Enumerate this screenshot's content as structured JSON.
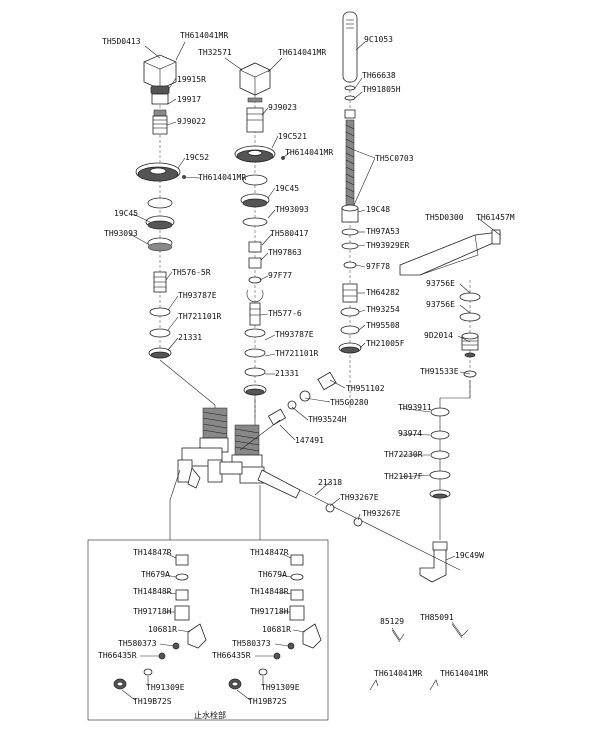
{
  "diagram": {
    "parts": [
      {
        "key": "th5d0413",
        "text": "TH5D0413"
      },
      {
        "key": "th614041mr_a",
        "text": "TH614041MR"
      },
      {
        "key": "th32571",
        "text": "TH32571"
      },
      {
        "key": "th614041mr_b",
        "text": "TH614041MR"
      },
      {
        "key": "9c1053",
        "text": "9C1053"
      },
      {
        "key": "19915r",
        "text": "19915R"
      },
      {
        "key": "th66638",
        "text": "TH66638"
      },
      {
        "key": "th91805h",
        "text": "TH91805H"
      },
      {
        "key": "19917",
        "text": "19917"
      },
      {
        "key": "9j9023",
        "text": "9J9023"
      },
      {
        "key": "9j9022",
        "text": "9J9022"
      },
      {
        "key": "19c521",
        "text": "19C521"
      },
      {
        "key": "th614041mr_c",
        "text": "TH614041MR"
      },
      {
        "key": "19c52",
        "text": "19C52"
      },
      {
        "key": "th5c0703",
        "text": "TH5C0703"
      },
      {
        "key": "th614041mr_d",
        "text": "TH614041MR"
      },
      {
        "key": "19c45_a",
        "text": "19C45"
      },
      {
        "key": "19c48",
        "text": "19C48"
      },
      {
        "key": "th93093_a",
        "text": "TH93093"
      },
      {
        "key": "19c45_b",
        "text": "19C45"
      },
      {
        "key": "th5d0300",
        "text": "TH5D0300"
      },
      {
        "key": "th61457m",
        "text": "TH61457M"
      },
      {
        "key": "th97a53",
        "text": "TH97A53"
      },
      {
        "key": "th93093_b",
        "text": "TH93093"
      },
      {
        "key": "th580417",
        "text": "TH580417"
      },
      {
        "key": "th93929er",
        "text": "TH93929ER"
      },
      {
        "key": "th97863",
        "text": "TH97863"
      },
      {
        "key": "97f78",
        "text": "97F78"
      },
      {
        "key": "97f77",
        "text": "97F77"
      },
      {
        "key": "th576_5r",
        "text": "TH576-5R"
      },
      {
        "key": "93756e_a",
        "text": "93756E"
      },
      {
        "key": "th64282",
        "text": "TH64282"
      },
      {
        "key": "th93787e_a",
        "text": "TH93787E"
      },
      {
        "key": "93756e_b",
        "text": "93756E"
      },
      {
        "key": "th93254",
        "text": "TH93254"
      },
      {
        "key": "th577_6",
        "text": "TH577-6"
      },
      {
        "key": "th721101r_a",
        "text": "TH721101R"
      },
      {
        "key": "th95508",
        "text": "TH95508"
      },
      {
        "key": "9d2014",
        "text": "9D2014"
      },
      {
        "key": "21331_a",
        "text": "21331"
      },
      {
        "key": "th93787e_b",
        "text": "TH93787E"
      },
      {
        "key": "th21005f",
        "text": "TH21005F"
      },
      {
        "key": "th721101r_b",
        "text": "TH721101R"
      },
      {
        "key": "th91533e",
        "text": "TH91533E"
      },
      {
        "key": "21331_b",
        "text": "21331"
      },
      {
        "key": "th951102",
        "text": "TH951102"
      },
      {
        "key": "th5g0280",
        "text": "TH5G0280"
      },
      {
        "key": "th93911",
        "text": "TH93911"
      },
      {
        "key": "th93524h",
        "text": "TH93524H"
      },
      {
        "key": "147491",
        "text": "147491"
      },
      {
        "key": "93974",
        "text": "93974"
      },
      {
        "key": "th72230r",
        "text": "TH72230R"
      },
      {
        "key": "th21017f",
        "text": "TH21017F"
      },
      {
        "key": "21318",
        "text": "21318"
      },
      {
        "key": "th93267e_a",
        "text": "TH93267E"
      },
      {
        "key": "th93267e_b",
        "text": "TH93267E"
      },
      {
        "key": "19c49w",
        "text": "19C49W"
      },
      {
        "key": "th14847r_l",
        "text": "TH14847R"
      },
      {
        "key": "th14847r_r",
        "text": "TH14847R"
      },
      {
        "key": "th679a_l",
        "text": "TH679A"
      },
      {
        "key": "th679a_r",
        "text": "TH679A"
      },
      {
        "key": "th14848r_l",
        "text": "TH14848R"
      },
      {
        "key": "th14848r_r",
        "text": "TH14848R"
      },
      {
        "key": "th91718h_l",
        "text": "TH91718H"
      },
      {
        "key": "th91718h_r",
        "text": "TH91718H"
      },
      {
        "key": "10681r_l",
        "text": "10681R"
      },
      {
        "key": "10681r_r",
        "text": "10681R"
      },
      {
        "key": "th580373_l",
        "text": "TH580373"
      },
      {
        "key": "th580373_r",
        "text": "TH580373"
      },
      {
        "key": "th66435r_l",
        "text": "TH66435R"
      },
      {
        "key": "th66435r_r",
        "text": "TH66435R"
      },
      {
        "key": "th91309e_l",
        "text": "TH91309E"
      },
      {
        "key": "th91309e_r",
        "text": "TH91309E"
      },
      {
        "key": "th19b72s_l",
        "text": "TH19B72S"
      },
      {
        "key": "th19b72s_r",
        "text": "TH19B72S"
      },
      {
        "key": "85129",
        "text": "85129"
      },
      {
        "key": "th85091",
        "text": "TH85091"
      },
      {
        "key": "th614041mr_e",
        "text": "TH614041MR"
      },
      {
        "key": "th614041mr_f",
        "text": "TH614041MR"
      }
    ],
    "box_caption": "止水栓部"
  }
}
